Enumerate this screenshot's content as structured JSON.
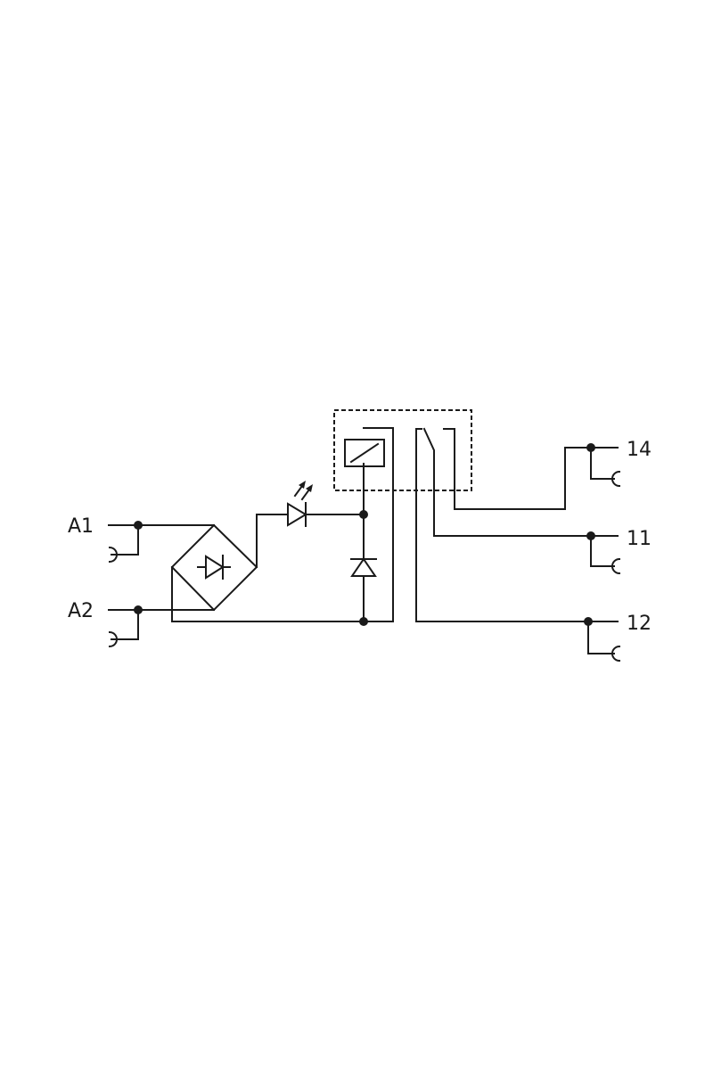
{
  "diagram": {
    "type": "relay-module-circuit-schematic",
    "line_color": "#1a1a1a",
    "background": "#ffffff",
    "terminals": {
      "input_1": "A1",
      "input_2": "A2",
      "contact_no": "14",
      "contact_common": "11",
      "contact_nc": "12"
    },
    "components": [
      "bridge-rectifier",
      "status-led",
      "freewheeling-diode",
      "relay-coil",
      "changeover-contact"
    ]
  }
}
